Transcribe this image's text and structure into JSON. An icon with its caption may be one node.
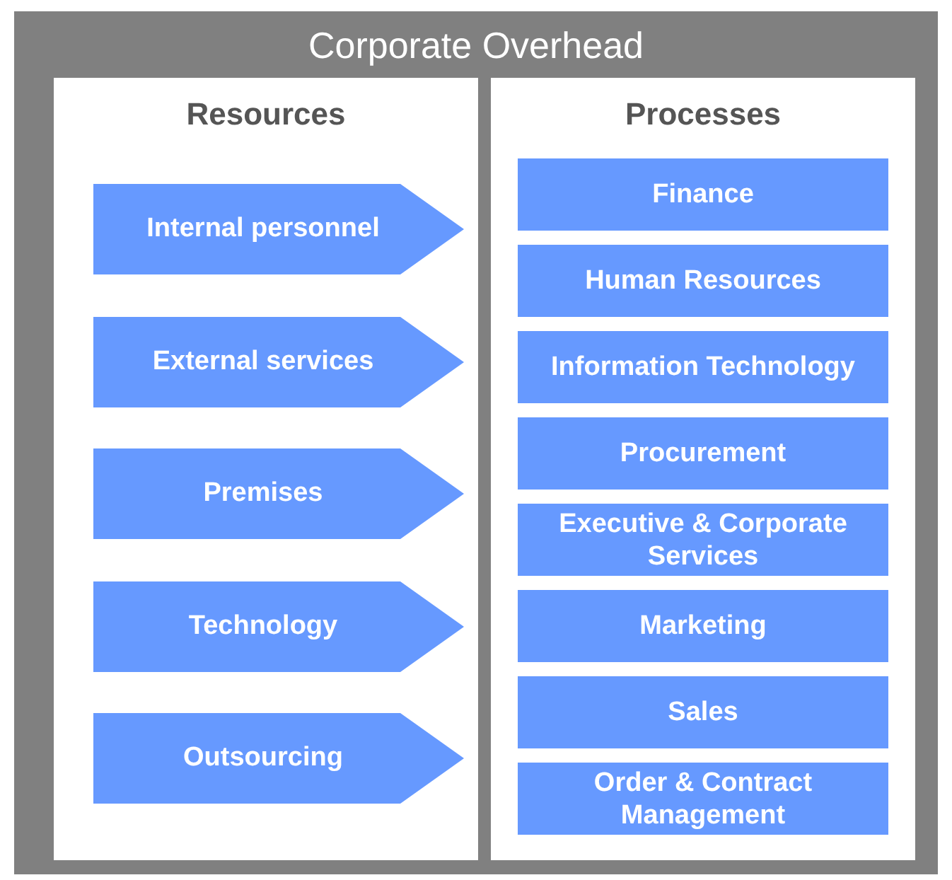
{
  "diagram": {
    "nodes": [
      {
        "text": [
          "Corporate Overhead"
        ]
      },
      {
        "text": [
          "Resources"
        ],
        "in": 0
      },
      {
        "text": [
          "Internal personnel"
        ],
        "in": 1
      },
      {
        "text": [
          "External services"
        ],
        "in": 1
      },
      {
        "text": [
          "Premises"
        ],
        "in": 1
      },
      {
        "text": [
          "Technology"
        ],
        "in": 1
      },
      {
        "text": [
          "Outsourcing"
        ],
        "in": 1
      },
      {
        "text": [
          "Processes"
        ],
        "in": 0
      },
      {
        "text": [
          "Finance"
        ],
        "in": 7
      },
      {
        "text": [
          "Human Resources"
        ],
        "in": 7
      },
      {
        "text": [
          "Information Technology"
        ],
        "in": 7
      },
      {
        "text": [
          "Procurement"
        ],
        "in": 7
      },
      {
        "text": [
          "Executive & Corporate Services"
        ],
        "in": 7
      },
      {
        "text": [
          "Marketing"
        ],
        "in": 7
      },
      {
        "text": [
          "Sales"
        ],
        "in": 7
      },
      {
        "text": [
          "Order & Contract Management"
        ],
        "in": 7
      }
    ]
  }
}
